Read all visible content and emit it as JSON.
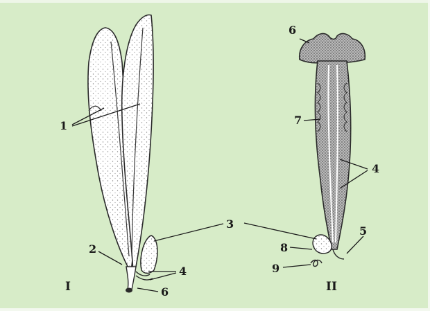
{
  "figure": {
    "labels": {
      "l1": "1",
      "l2": "2",
      "l3": "3",
      "l4_left": "4",
      "l6_left": "6",
      "l6_right": "6",
      "l7": "7",
      "l4_right": "4",
      "l5": "5",
      "l8": "8",
      "l9": "9"
    },
    "captions": {
      "left": "I",
      "right": "II"
    }
  },
  "colors": {
    "background": "#d7ecc8",
    "ink": "#1a1a1a",
    "shading": "#6e6e6e"
  }
}
